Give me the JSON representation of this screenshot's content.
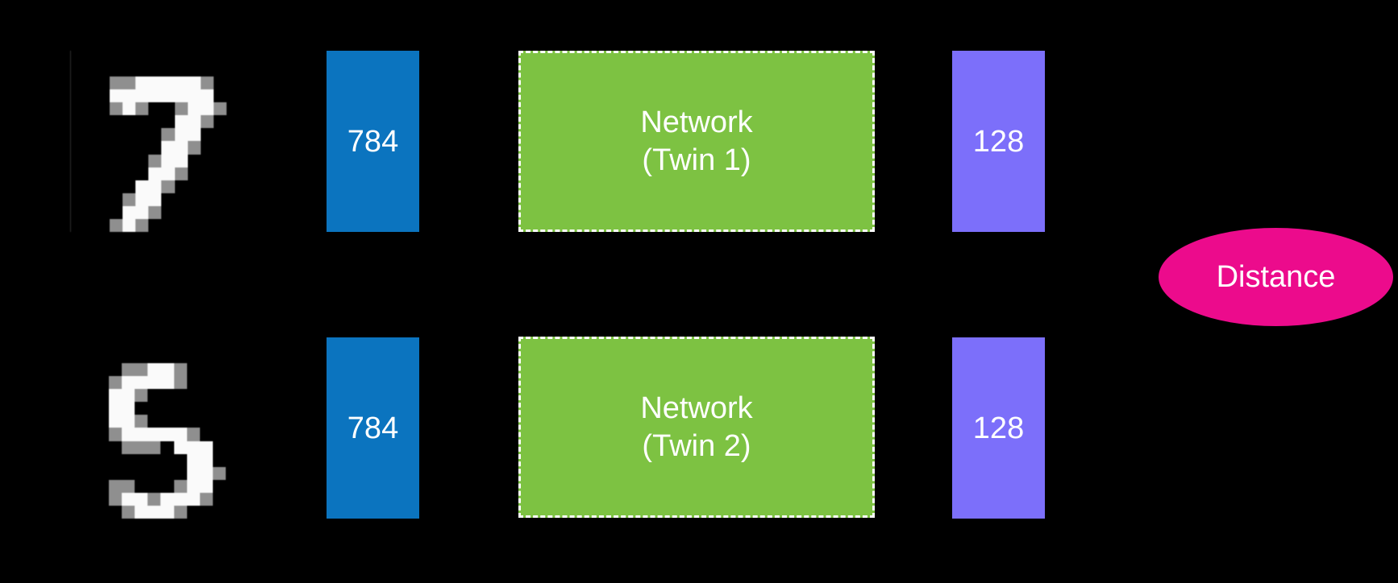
{
  "diagram": {
    "title_semantic": "Siamese twin network architecture",
    "background_color": "#000000",
    "colors": {
      "input_bar": "#0b74bf",
      "network_box": "#7dc242",
      "network_box_border": "#ffffff",
      "embedding_bar": "#7c6ffa",
      "distance_ellipse": "#ec0b8c",
      "text": "#ffffff",
      "digit_pixels": "#fafafa"
    },
    "rows": [
      {
        "digit_label": "7",
        "input_size": "784",
        "network_line1": "Network",
        "network_line2": "(Twin 1)",
        "embedding_size": "128",
        "digit_bitmap": [
          "..............",
          "..............",
          "...++#####+...",
          "...########...",
          "...+#+..+##+..",
          "........##+...",
          ".......+##....",
          ".......##+....",
          "......+##.....",
          "......##+.....",
          ".....##+......",
          "....+##.......",
          "....##+.......",
          "...+#+........"
        ]
      },
      {
        "digit_label": "5",
        "input_size": "784",
        "network_line1": "Network",
        "network_line2": "(Twin 2)",
        "embedding_size": "128",
        "digit_bitmap": [
          "..............",
          "..............",
          "....++##+.....",
          "...+####+.....",
          "...##+........",
          "...##.........",
          "...##+........",
          "...+#####+....",
          "....+++.###...",
          ".........##...",
          ".........##+..",
          "...++...+##...",
          "...+##+###+...",
          "....+###+....."
        ]
      }
    ],
    "distance_label": "Distance"
  }
}
